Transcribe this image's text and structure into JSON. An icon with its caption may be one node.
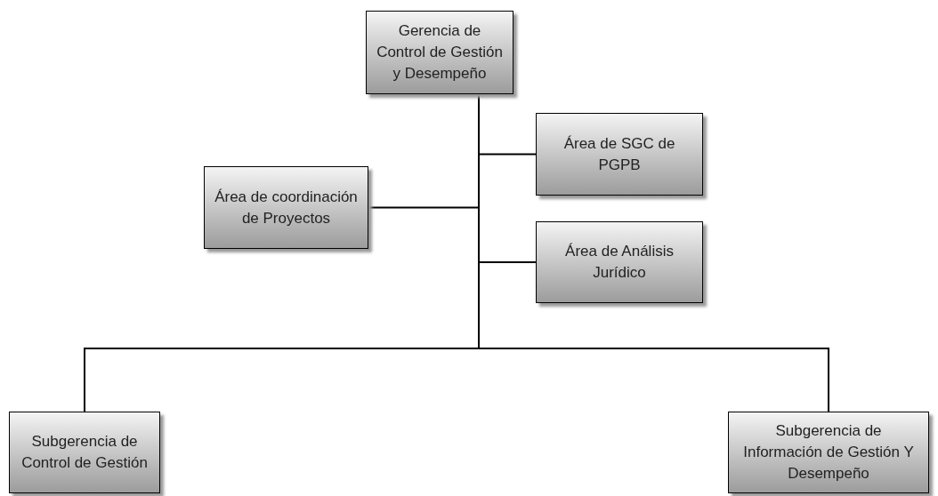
{
  "diagram": {
    "nodes": [
      {
        "text": [
          "Gerencia de Control de Gestión y Desempeño"
        ]
      },
      {
        "text": [
          "Área de SGC de PGPB"
        ]
      },
      {
        "text": [
          "Área de coordinación de Proyectos"
        ]
      },
      {
        "text": [
          "Área de Análisis Jurídico"
        ]
      },
      {
        "text": [
          "Subgerencia de Control de Gestión"
        ]
      },
      {
        "text": [
          "Subgerencia de Información de Gestión Y Desempeño"
        ]
      }
    ],
    "edges": [
      {
        "from": 0,
        "to": 1,
        "arrow": "none"
      },
      {
        "from": 0,
        "to": 2,
        "arrow": "none"
      },
      {
        "from": 0,
        "to": 3,
        "arrow": "none"
      },
      {
        "from": 0,
        "to": 4,
        "arrow": "none"
      },
      {
        "from": 0,
        "to": 5,
        "arrow": "none"
      }
    ]
  }
}
